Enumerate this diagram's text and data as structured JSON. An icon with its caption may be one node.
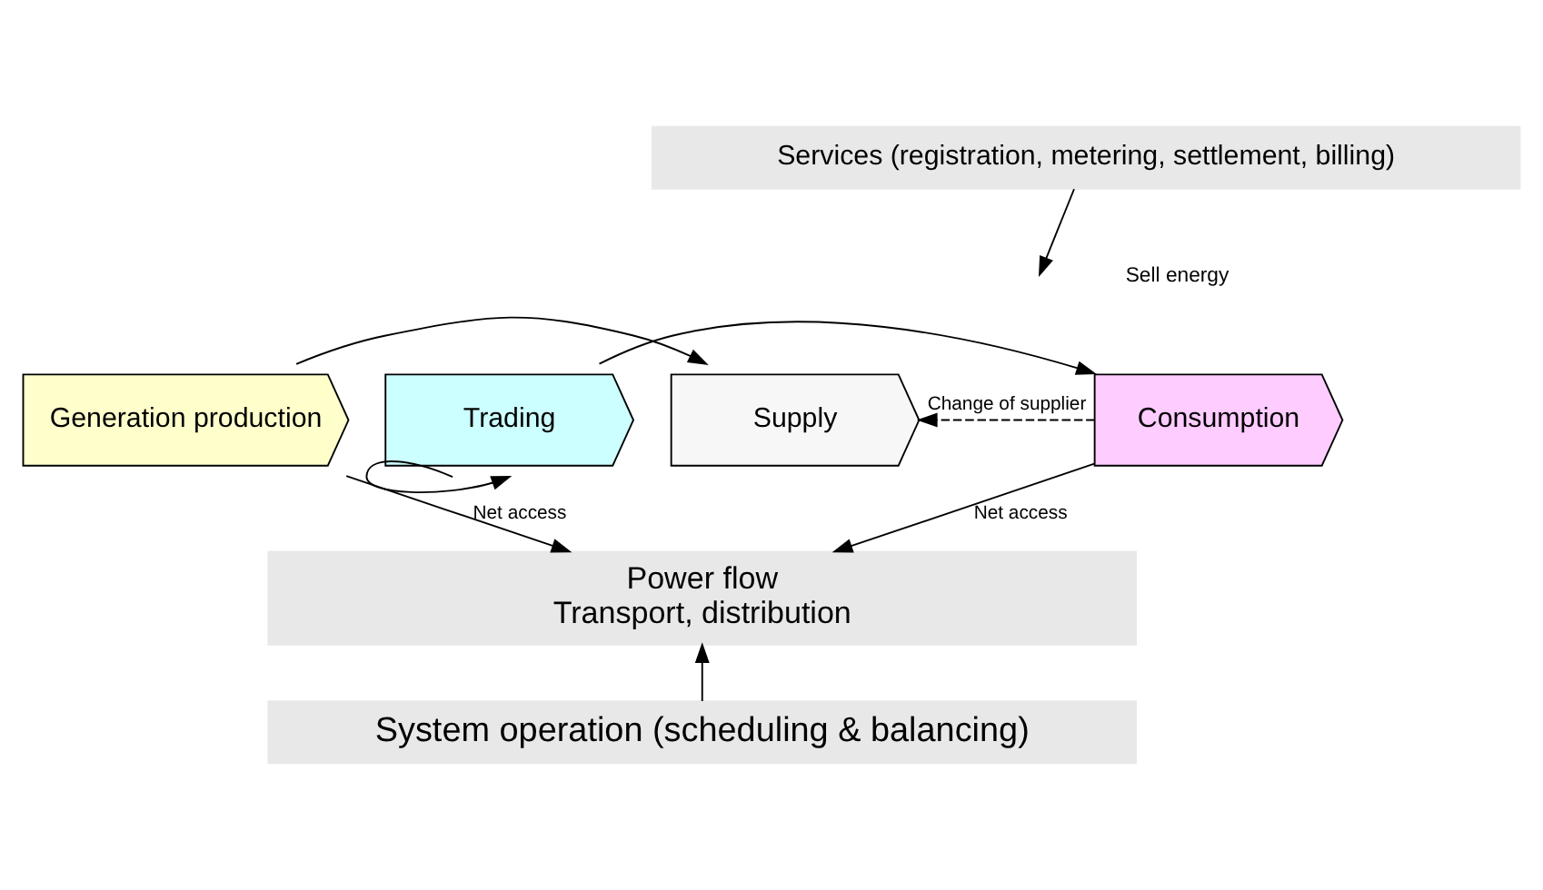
{
  "diagram": {
    "nodes": [
      {
        "text": [
          "Services (registration, metering, settlement, billing)"
        ]
      },
      {
        "text": [
          "Generation production"
        ]
      },
      {
        "text": [
          "Trading"
        ]
      },
      {
        "text": [
          "Supply"
        ]
      },
      {
        "text": [
          "Consumption"
        ]
      },
      {
        "text": [
          "Power flow",
          "Transport, distribution"
        ]
      },
      {
        "text": [
          "System operation (scheduling & balancing)"
        ]
      }
    ],
    "edges": [
      {
        "from": 0,
        "to": null,
        "arrow": "to"
      },
      {
        "from": 1,
        "to": 3,
        "arrow": "to"
      },
      {
        "from": 4,
        "to": 3,
        "arrow": "to",
        "style": "dashed",
        "label": "Change of supplier"
      },
      {
        "from": 2,
        "to": 2,
        "arrow": "to"
      },
      {
        "from": 2,
        "to": 4,
        "arrow": "to"
      },
      {
        "from": 1,
        "to": 5,
        "arrow": "to",
        "label": "Net access"
      },
      {
        "from": 4,
        "to": 5,
        "arrow": "to",
        "label": "Net access"
      },
      {
        "from": 6,
        "to": 5,
        "arrow": "to"
      }
    ],
    "labels": [
      "Sell energy"
    ]
  }
}
